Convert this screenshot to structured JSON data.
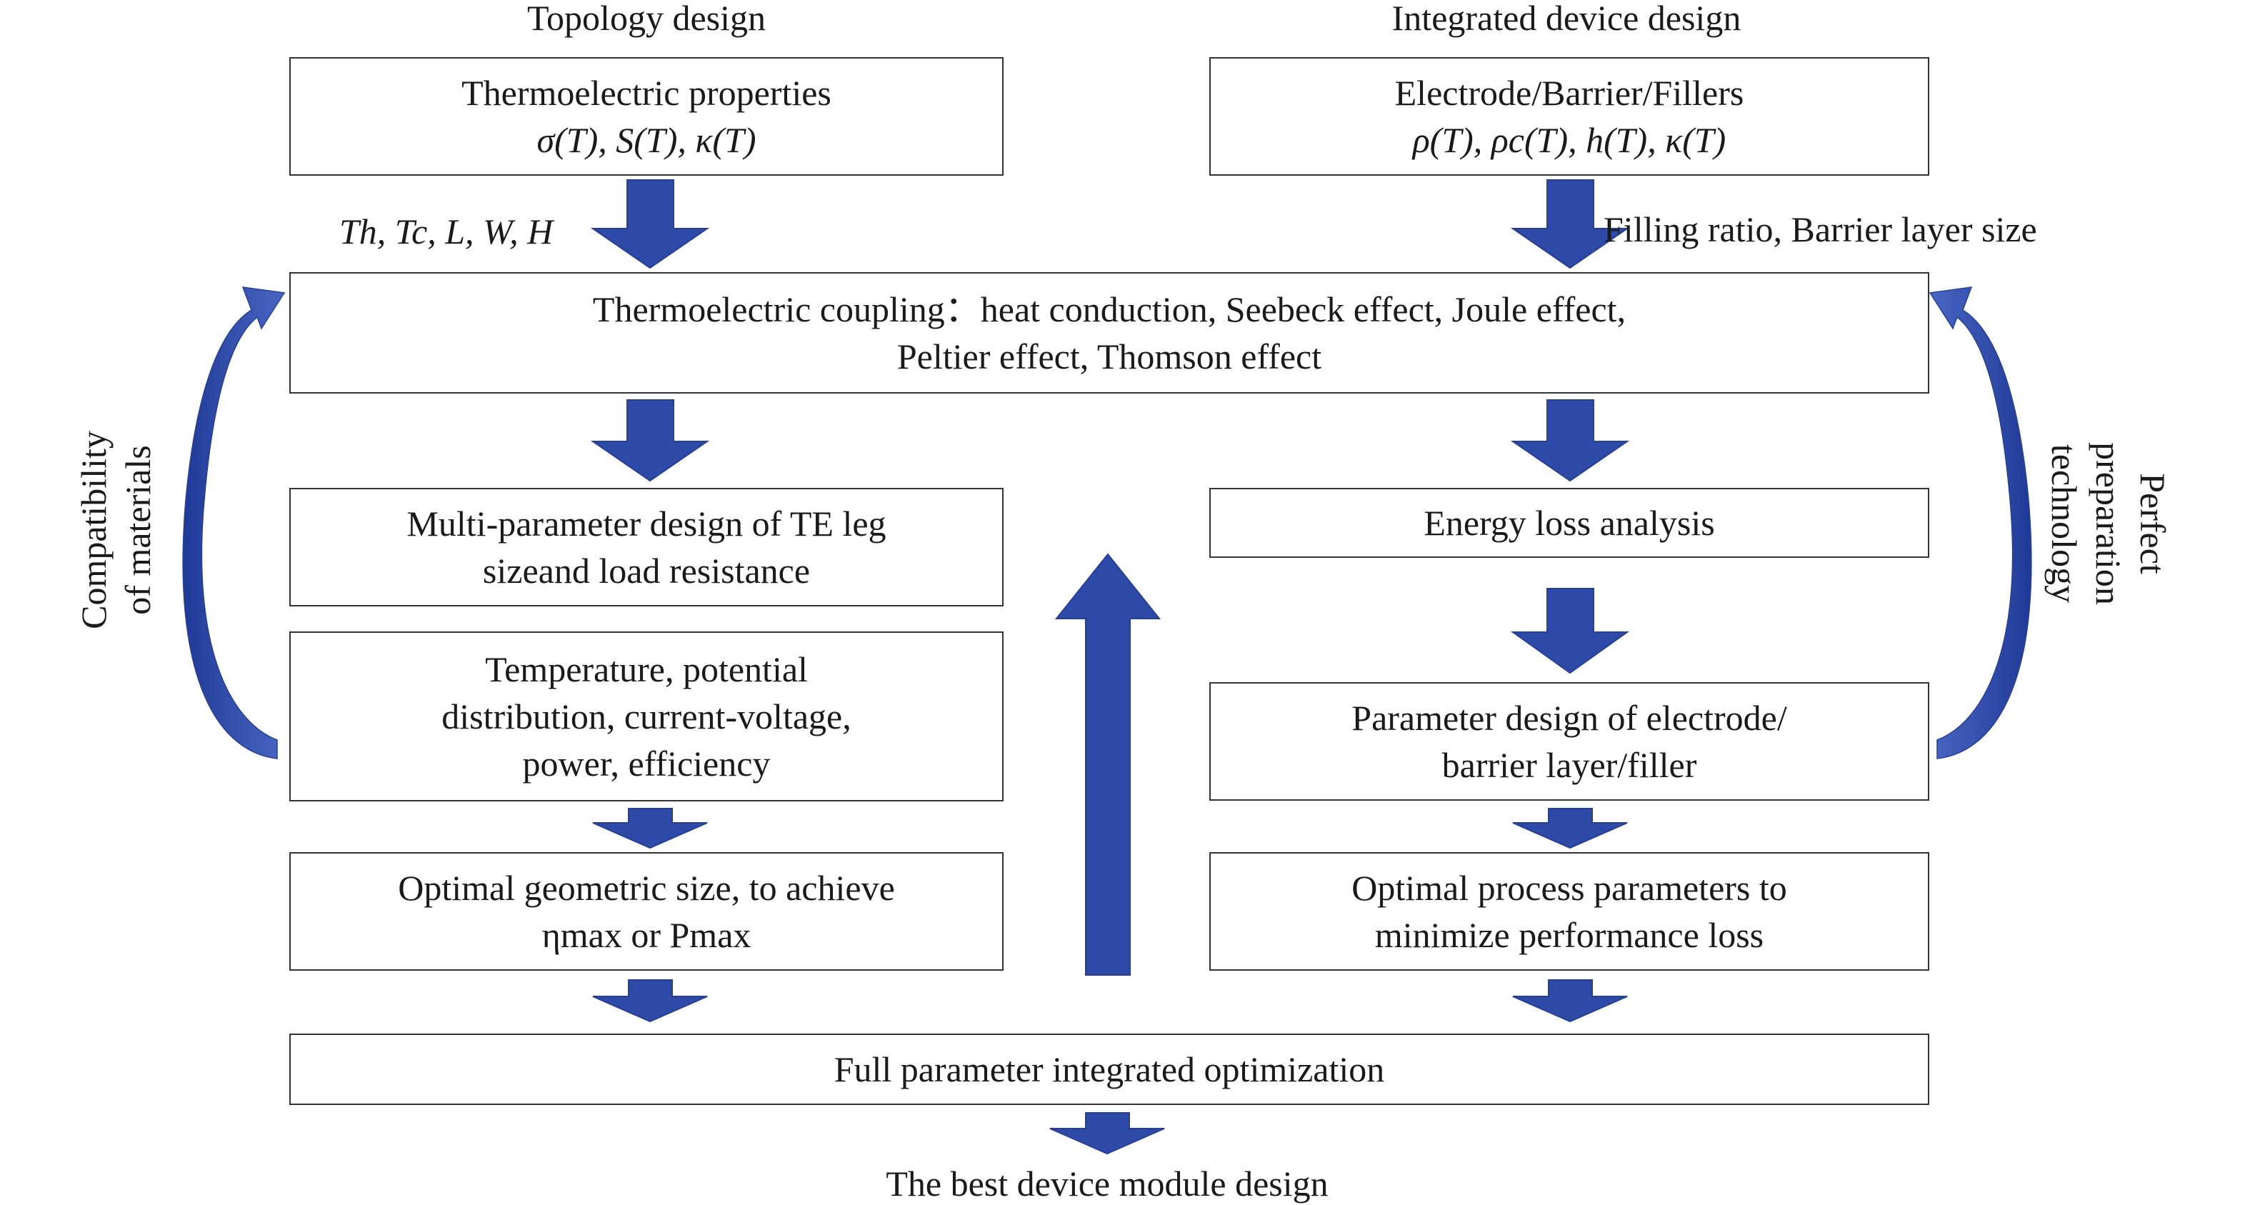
{
  "headers": {
    "left": "Topology design",
    "right": "Integrated device design"
  },
  "boxes": {
    "te_properties": {
      "line1": "Thermoelectric properties",
      "line2": "σ(T), S(T), κ(T)"
    },
    "electrode": {
      "line1": "Electrode/Barrier/Fillers",
      "line2": "ρ(T), ρc(T), h(T), κ(T)"
    },
    "coupling": {
      "line1": "Thermoelectric coupling：heat conduction, Seebeck effect, Joule effect,",
      "line2": "Peltier effect, Thomson effect"
    },
    "multi_param": {
      "line1": "Multi-parameter design of TE leg",
      "line2": "sizeand load resistance"
    },
    "temperature": {
      "line1": "Temperature, potential",
      "line2": "distribution, current-voltage,",
      "line3": "power, efficiency"
    },
    "optimal_geo": {
      "line1": "Optimal geometric size, to achieve",
      "line2": "ηmax or Pmax"
    },
    "energy_loss": {
      "line1": "Energy loss analysis"
    },
    "param_design": {
      "line1": "Parameter design of electrode/",
      "line2": "barrier layer/filler"
    },
    "optimal_process": {
      "line1": "Optimal process parameters to",
      "line2": "minimize performance loss"
    },
    "full_param": {
      "line1": "Full parameter integrated optimization"
    }
  },
  "labels": {
    "left_inputs": "Th, Tc, L, W, H",
    "right_inputs": "Filling ratio, Barrier layer size",
    "left_side": [
      "Compatibility",
      "of materials"
    ],
    "right_side": [
      "Perfect",
      "preparation",
      "technology"
    ],
    "final": "The best device module design"
  },
  "colors": {
    "arrow": "#2e4aa8",
    "border": "#333333",
    "text": "#1a1a1a"
  }
}
